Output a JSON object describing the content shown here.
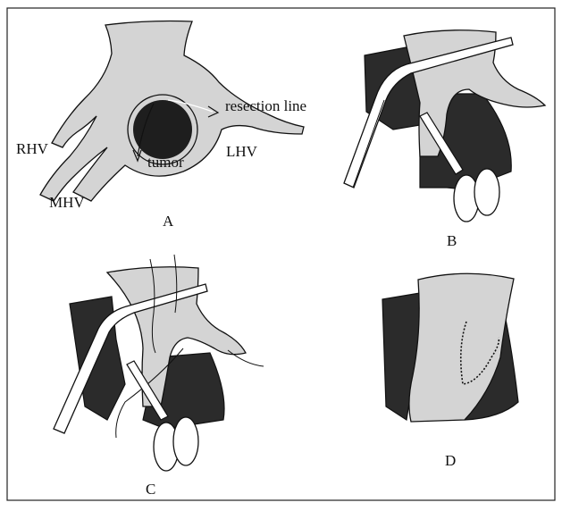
{
  "colors": {
    "vein": "#d4d4d4",
    "tissue": "#2b2b2b",
    "tumor": "#1e1e1e",
    "line": "#111111",
    "paper": "#ffffff"
  },
  "panels": {
    "a": {
      "label": "A",
      "annotations": {
        "resection_line": "resection line",
        "rhv": "RHV",
        "lhv": "LHV",
        "mhv": "MHV",
        "tumor": "tumor"
      }
    },
    "b": {
      "label": "B"
    },
    "c": {
      "label": "C"
    },
    "d": {
      "label": "D"
    }
  }
}
